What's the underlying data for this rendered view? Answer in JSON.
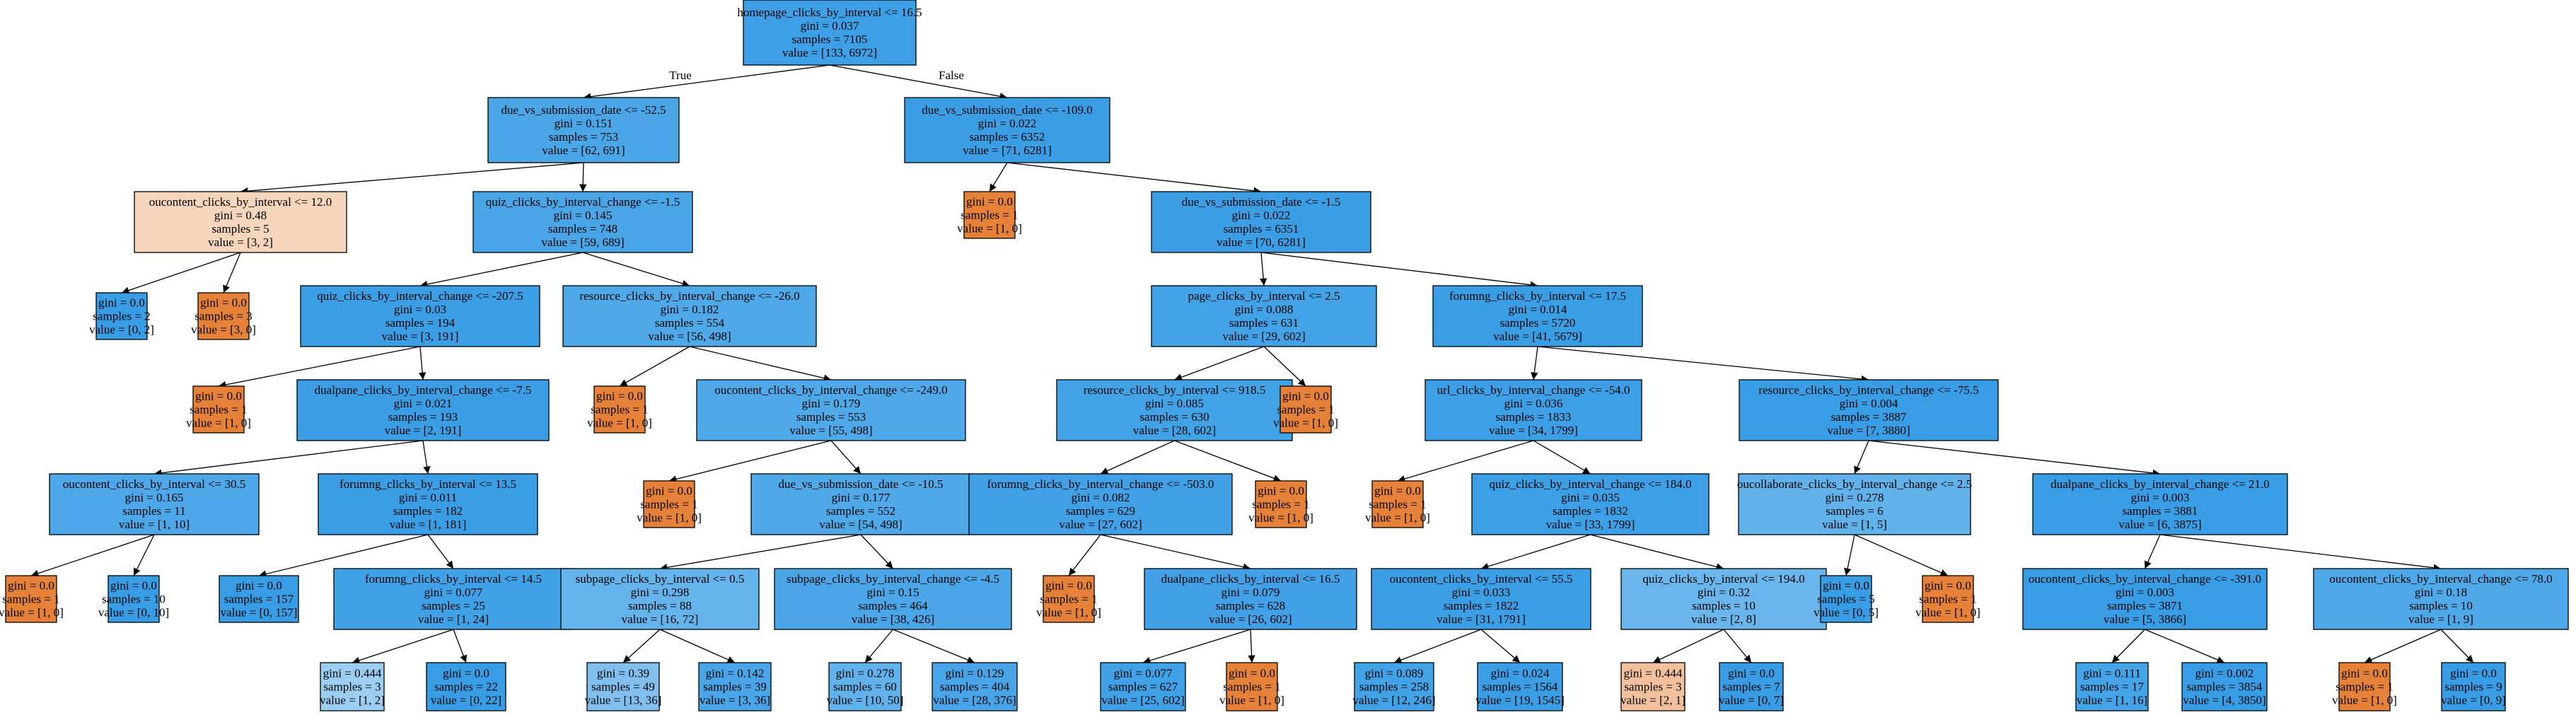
{
  "tree": {
    "nodes": [
      {
        "id": 0,
        "lines": [
          "homepage_clicks_by_interval <= 16.5",
          "gini = 0.037",
          "samples = 7105",
          "value = [133, 6972]"
        ],
        "fill": "#3d9fe5"
      },
      {
        "id": 1,
        "lines": [
          "due_vs_submission_date <= -52.5",
          "gini = 0.151",
          "samples = 753",
          "value = [62, 691]"
        ],
        "fill": "#4ba6e7"
      },
      {
        "id": 2,
        "lines": [
          "due_vs_submission_date <= -109.0",
          "gini = 0.022",
          "samples = 6352",
          "value = [71, 6281]"
        ],
        "fill": "#3b9ee5"
      },
      {
        "id": 3,
        "lines": [
          "oucontent_clicks_by_interval <= 12.0",
          "gini = 0.48",
          "samples = 5",
          "value = [3, 2]"
        ],
        "fill": "#f6d5bd"
      },
      {
        "id": 4,
        "lines": [
          "quiz_clicks_by_interval_change <= -1.5",
          "gini = 0.145",
          "samples = 748",
          "value = [59, 689]"
        ],
        "fill": "#4aa5e7"
      },
      {
        "id": 5,
        "lines": [
          "gini = 0.0",
          "samples = 2",
          "value = [0, 2]"
        ],
        "fill": "#399de5"
      },
      {
        "id": 6,
        "lines": [
          "gini = 0.0",
          "samples = 3",
          "value = [3, 0]"
        ],
        "fill": "#e58139"
      },
      {
        "id": 7,
        "lines": [
          "quiz_clicks_by_interval_change <= -207.5",
          "gini = 0.03",
          "samples = 194",
          "value = [3, 191]"
        ],
        "fill": "#3c9fe5"
      },
      {
        "id": 8,
        "lines": [
          "resource_clicks_by_interval_change <= -26.0",
          "gini = 0.182",
          "samples = 554",
          "value = [56, 498]"
        ],
        "fill": "#4fa8e8"
      },
      {
        "id": 9,
        "lines": [
          "gini = 0.0",
          "samples = 1",
          "value = [1, 0]"
        ],
        "fill": "#e58139"
      },
      {
        "id": 10,
        "lines": [
          "dualpane_clicks_by_interval_change <= -7.5",
          "gini = 0.021",
          "samples = 193",
          "value = [2, 191]"
        ],
        "fill": "#3b9ee5"
      },
      {
        "id": 11,
        "lines": [
          "gini = 0.0",
          "samples = 1",
          "value = [1, 0]"
        ],
        "fill": "#e58139"
      },
      {
        "id": 12,
        "lines": [
          "oucontent_clicks_by_interval_change <= -249.0",
          "gini = 0.179",
          "samples = 553",
          "value = [55, 498]"
        ],
        "fill": "#4fa8e8"
      },
      {
        "id": 13,
        "lines": [
          "oucontent_clicks_by_interval <= 30.5",
          "gini = 0.165",
          "samples = 11",
          "value = [1, 10]"
        ],
        "fill": "#4da7e8"
      },
      {
        "id": 14,
        "lines": [
          "forumng_clicks_by_interval <= 13.5",
          "gini = 0.011",
          "samples = 182",
          "value = [1, 181]"
        ],
        "fill": "#3a9ee5"
      },
      {
        "id": 15,
        "lines": [
          "gini = 0.0",
          "samples = 1",
          "value = [1, 0]"
        ],
        "fill": "#e58139"
      },
      {
        "id": 16,
        "lines": [
          "due_vs_submission_date <= -10.5",
          "gini = 0.177",
          "samples = 552",
          "value = [54, 498]"
        ],
        "fill": "#4fa8e8"
      },
      {
        "id": 17,
        "lines": [
          "gini = 0.0",
          "samples = 1",
          "value = [1, 0]"
        ],
        "fill": "#e58139"
      },
      {
        "id": 18,
        "lines": [
          "gini = 0.0",
          "samples = 10",
          "value = [0, 10]"
        ],
        "fill": "#399de5"
      },
      {
        "id": 19,
        "lines": [
          "gini = 0.0",
          "samples = 157",
          "value = [0, 157]"
        ],
        "fill": "#399de5"
      },
      {
        "id": 20,
        "lines": [
          "forumng_clicks_by_interval <= 14.5",
          "gini = 0.077",
          "samples = 25",
          "value = [1, 24]"
        ],
        "fill": "#41a1e6"
      },
      {
        "id": 21,
        "lines": [
          "subpage_clicks_by_interval <= 0.5",
          "gini = 0.298",
          "samples = 88",
          "value = [16, 72]"
        ],
        "fill": "#65b3eb"
      },
      {
        "id": 22,
        "lines": [
          "subpage_clicks_by_interval_change <= -4.5",
          "gini = 0.15",
          "samples = 464",
          "value = [38, 426]"
        ],
        "fill": "#4ba6e7"
      },
      {
        "id": 23,
        "lines": [
          "gini = 0.444",
          "samples = 3",
          "value = [1, 2]"
        ],
        "fill": "#9ccef2"
      },
      {
        "id": 24,
        "lines": [
          "gini = 0.0",
          "samples = 22",
          "value = [0, 22]"
        ],
        "fill": "#399de5"
      },
      {
        "id": 25,
        "lines": [
          "gini = 0.39",
          "samples = 49",
          "value = [13, 36]"
        ],
        "fill": "#81c0ee"
      },
      {
        "id": 26,
        "lines": [
          "gini = 0.142",
          "samples = 39",
          "value = [3, 36]"
        ],
        "fill": "#49a5e7"
      },
      {
        "id": 27,
        "lines": [
          "gini = 0.278",
          "samples = 60",
          "value = [10, 50]"
        ],
        "fill": "#61b1ea"
      },
      {
        "id": 28,
        "lines": [
          "gini = 0.129",
          "samples = 404",
          "value = [28, 376]"
        ],
        "fill": "#48a4e7"
      },
      {
        "id": 29,
        "lines": [
          "gini = 0.0",
          "samples = 1",
          "value = [1, 0]"
        ],
        "fill": "#e58139"
      },
      {
        "id": 30,
        "lines": [
          "due_vs_submission_date <= -1.5",
          "gini = 0.022",
          "samples = 6351",
          "value = [70, 6281]"
        ],
        "fill": "#3b9ee5"
      },
      {
        "id": 31,
        "lines": [
          "page_clicks_by_interval <= 2.5",
          "gini = 0.088",
          "samples = 631",
          "value = [29, 602]"
        ],
        "fill": "#43a2e6"
      },
      {
        "id": 32,
        "lines": [
          "forumng_clicks_by_interval <= 17.5",
          "gini = 0.014",
          "samples = 5720",
          "value = [41, 5679]"
        ],
        "fill": "#3a9ee5"
      },
      {
        "id": 33,
        "lines": [
          "resource_clicks_by_interval <= 918.5",
          "gini = 0.085",
          "samples = 630",
          "value = [28, 602]"
        ],
        "fill": "#42a2e6"
      },
      {
        "id": 34,
        "lines": [
          "gini = 0.0",
          "samples = 1",
          "value = [1, 0]"
        ],
        "fill": "#e58139"
      },
      {
        "id": 35,
        "lines": [
          "url_clicks_by_interval_change <= -54.0",
          "gini = 0.036",
          "samples = 1833",
          "value = [34, 1799]"
        ],
        "fill": "#3d9fe5"
      },
      {
        "id": 36,
        "lines": [
          "resource_clicks_by_interval_change <= -75.5",
          "gini = 0.004",
          "samples = 3887",
          "value = [7, 3880]"
        ],
        "fill": "#399de5"
      },
      {
        "id": 37,
        "lines": [
          "forumng_clicks_by_interval_change <= -503.0",
          "gini = 0.082",
          "samples = 629",
          "value = [27, 602]"
        ],
        "fill": "#42a1e6"
      },
      {
        "id": 38,
        "lines": [
          "gini = 0.0",
          "samples = 1",
          "value = [1, 0]"
        ],
        "fill": "#e58139"
      },
      {
        "id": 39,
        "lines": [
          "gini = 0.0",
          "samples = 1",
          "value = [1, 0]"
        ],
        "fill": "#e58139"
      },
      {
        "id": 40,
        "lines": [
          "quiz_clicks_by_interval_change <= 184.0",
          "gini = 0.035",
          "samples = 1832",
          "value = [33, 1799]"
        ],
        "fill": "#3d9fe5"
      },
      {
        "id": 41,
        "lines": [
          "oucollaborate_clicks_by_interval_change <= 2.5",
          "gini = 0.278",
          "samples = 6",
          "value = [1, 5]"
        ],
        "fill": "#61b1ea"
      },
      {
        "id": 42,
        "lines": [
          "dualpane_clicks_by_interval_change <= 21.0",
          "gini = 0.003",
          "samples = 3881",
          "value = [6, 3875]"
        ],
        "fill": "#399de5"
      },
      {
        "id": 43,
        "lines": [
          "gini = 0.0",
          "samples = 1",
          "value = [1, 0]"
        ],
        "fill": "#e58139"
      },
      {
        "id": 44,
        "lines": [
          "dualpane_clicks_by_interval <= 16.5",
          "gini = 0.079",
          "samples = 628",
          "value = [26, 602]"
        ],
        "fill": "#42a1e6"
      },
      {
        "id": 45,
        "lines": [
          "oucontent_clicks_by_interval <= 55.5",
          "gini = 0.033",
          "samples = 1822",
          "value = [31, 1791]"
        ],
        "fill": "#3c9fe5"
      },
      {
        "id": 46,
        "lines": [
          "quiz_clicks_by_interval <= 194.0",
          "gini = 0.32",
          "samples = 10",
          "value = [2, 8]"
        ],
        "fill": "#6ab6ec"
      },
      {
        "id": 47,
        "lines": [
          "gini = 0.0",
          "samples = 5",
          "value = [0, 5]"
        ],
        "fill": "#399de5"
      },
      {
        "id": 48,
        "lines": [
          "gini = 0.0",
          "samples = 1",
          "value = [1, 0]"
        ],
        "fill": "#e58139"
      },
      {
        "id": 49,
        "lines": [
          "oucontent_clicks_by_interval_change <= -391.0",
          "gini = 0.003",
          "samples = 3871",
          "value = [5, 3866]"
        ],
        "fill": "#399de5"
      },
      {
        "id": 50,
        "lines": [
          "oucontent_clicks_by_interval_change <= 78.0",
          "gini = 0.18",
          "samples = 10",
          "value = [1, 9]"
        ],
        "fill": "#4fa8e8"
      },
      {
        "id": 51,
        "lines": [
          "gini = 0.077",
          "samples = 627",
          "value = [25, 602]"
        ],
        "fill": "#41a1e6"
      },
      {
        "id": 52,
        "lines": [
          "gini = 0.0",
          "samples = 1",
          "value = [1, 0]"
        ],
        "fill": "#e58139"
      },
      {
        "id": 53,
        "lines": [
          "gini = 0.089",
          "samples = 258",
          "value = [12, 246]"
        ],
        "fill": "#43a2e6"
      },
      {
        "id": 54,
        "lines": [
          "gini = 0.024",
          "samples = 1564",
          "value = [19, 1545]"
        ],
        "fill": "#3b9ee5"
      },
      {
        "id": 55,
        "lines": [
          "gini = 0.444",
          "samples = 3",
          "value = [2, 1]"
        ],
        "fill": "#f2c09c"
      },
      {
        "id": 56,
        "lines": [
          "gini = 0.0",
          "samples = 7",
          "value = [0, 7]"
        ],
        "fill": "#399de5"
      },
      {
        "id": 57,
        "lines": [
          "gini = 0.111",
          "samples = 17",
          "value = [1, 16]"
        ],
        "fill": "#45a3e7"
      },
      {
        "id": 58,
        "lines": [
          "gini = 0.002",
          "samples = 3854",
          "value = [4, 3850]"
        ],
        "fill": "#399de5"
      },
      {
        "id": 59,
        "lines": [
          "gini = 0.0",
          "samples = 1",
          "value = [1, 0]"
        ],
        "fill": "#e58139"
      },
      {
        "id": 60,
        "lines": [
          "gini = 0.0",
          "samples = 9",
          "value = [0, 9]"
        ],
        "fill": "#399de5"
      }
    ],
    "edges": [
      [
        0,
        1
      ],
      [
        0,
        2
      ],
      [
        1,
        3
      ],
      [
        1,
        4
      ],
      [
        3,
        5
      ],
      [
        3,
        6
      ],
      [
        4,
        7
      ],
      [
        4,
        8
      ],
      [
        7,
        9
      ],
      [
        7,
        10
      ],
      [
        8,
        11
      ],
      [
        8,
        12
      ],
      [
        10,
        13
      ],
      [
        10,
        14
      ],
      [
        12,
        15
      ],
      [
        12,
        16
      ],
      [
        13,
        17
      ],
      [
        13,
        18
      ],
      [
        14,
        19
      ],
      [
        14,
        20
      ],
      [
        16,
        21
      ],
      [
        16,
        22
      ],
      [
        20,
        23
      ],
      [
        20,
        24
      ],
      [
        21,
        25
      ],
      [
        21,
        26
      ],
      [
        22,
        27
      ],
      [
        22,
        28
      ],
      [
        2,
        29
      ],
      [
        2,
        30
      ],
      [
        30,
        31
      ],
      [
        30,
        32
      ],
      [
        31,
        33
      ],
      [
        31,
        34
      ],
      [
        32,
        35
      ],
      [
        32,
        36
      ],
      [
        33,
        37
      ],
      [
        33,
        38
      ],
      [
        35,
        39
      ],
      [
        35,
        40
      ],
      [
        36,
        41
      ],
      [
        36,
        42
      ],
      [
        37,
        43
      ],
      [
        37,
        44
      ],
      [
        40,
        45
      ],
      [
        40,
        46
      ],
      [
        41,
        47
      ],
      [
        41,
        48
      ],
      [
        42,
        49
      ],
      [
        42,
        50
      ],
      [
        44,
        51
      ],
      [
        44,
        52
      ],
      [
        45,
        53
      ],
      [
        45,
        54
      ],
      [
        46,
        55
      ],
      [
        46,
        56
      ],
      [
        49,
        57
      ],
      [
        49,
        58
      ],
      [
        50,
        59
      ],
      [
        50,
        60
      ]
    ],
    "edge_labels": {
      "true_label": "True",
      "false_label": "False"
    }
  }
}
